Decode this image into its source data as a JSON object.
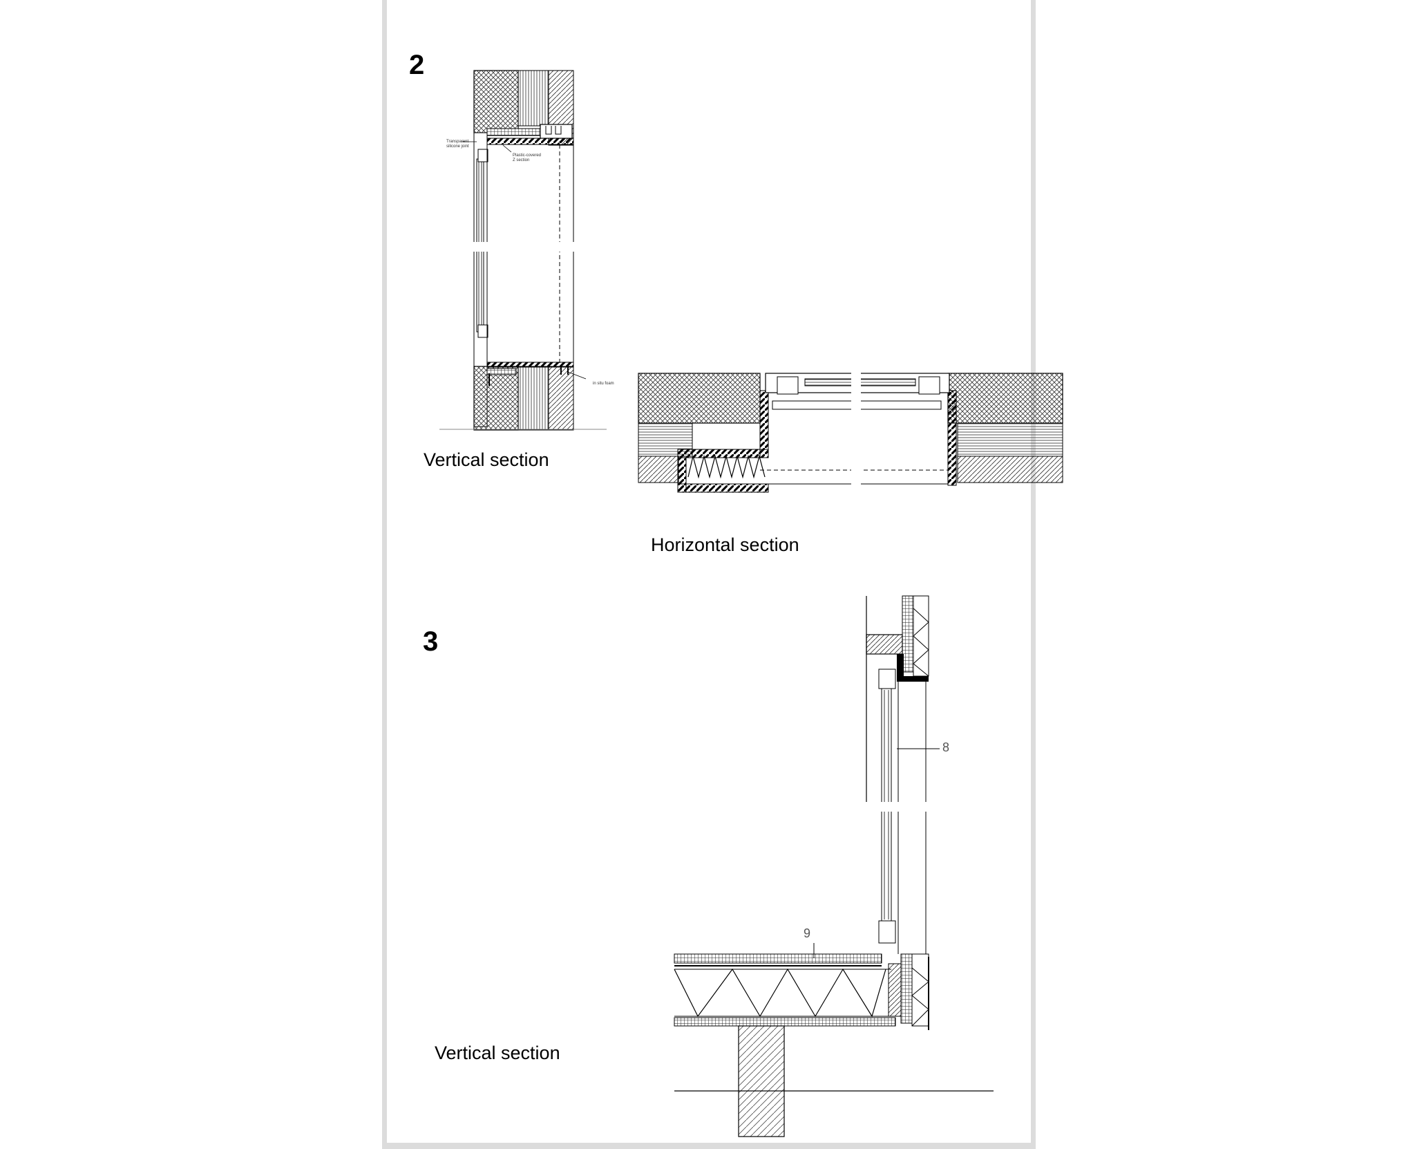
{
  "detail_2": {
    "number": "2",
    "vertical_caption": "Vertical section",
    "horizontal_caption": "Horizontal section",
    "notes": {
      "transparent_joint_line1": "Transparent",
      "transparent_joint_line2": "silicone joint",
      "z_section_line1": "Plastic-covered",
      "z_section_line2": "Z section",
      "foam": "in situ foam"
    }
  },
  "detail_3": {
    "number": "3",
    "caption": "Vertical section",
    "callouts": {
      "c8": "8",
      "c9": "9"
    }
  }
}
